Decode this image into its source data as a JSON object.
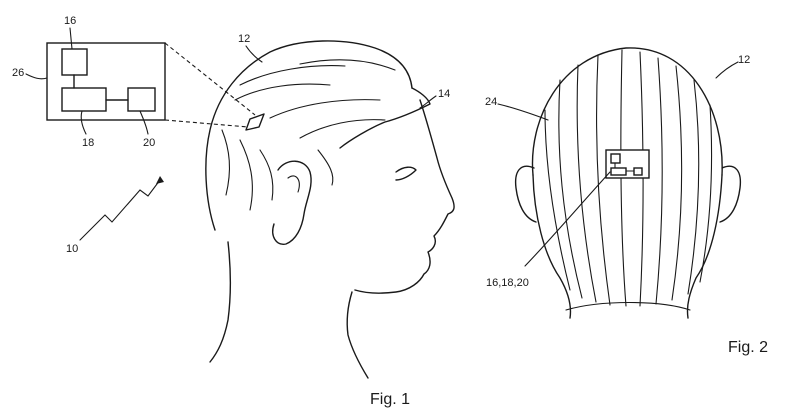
{
  "fig1": {
    "caption": "Fig. 1",
    "labels": {
      "l16": "16",
      "l26": "26",
      "l18": "18",
      "l20": "20",
      "l12": "12",
      "l14": "14",
      "l10": "10"
    }
  },
  "fig2": {
    "caption": "Fig. 2",
    "labels": {
      "l12": "12",
      "l24": "24",
      "l161820": "16,18,20"
    }
  }
}
